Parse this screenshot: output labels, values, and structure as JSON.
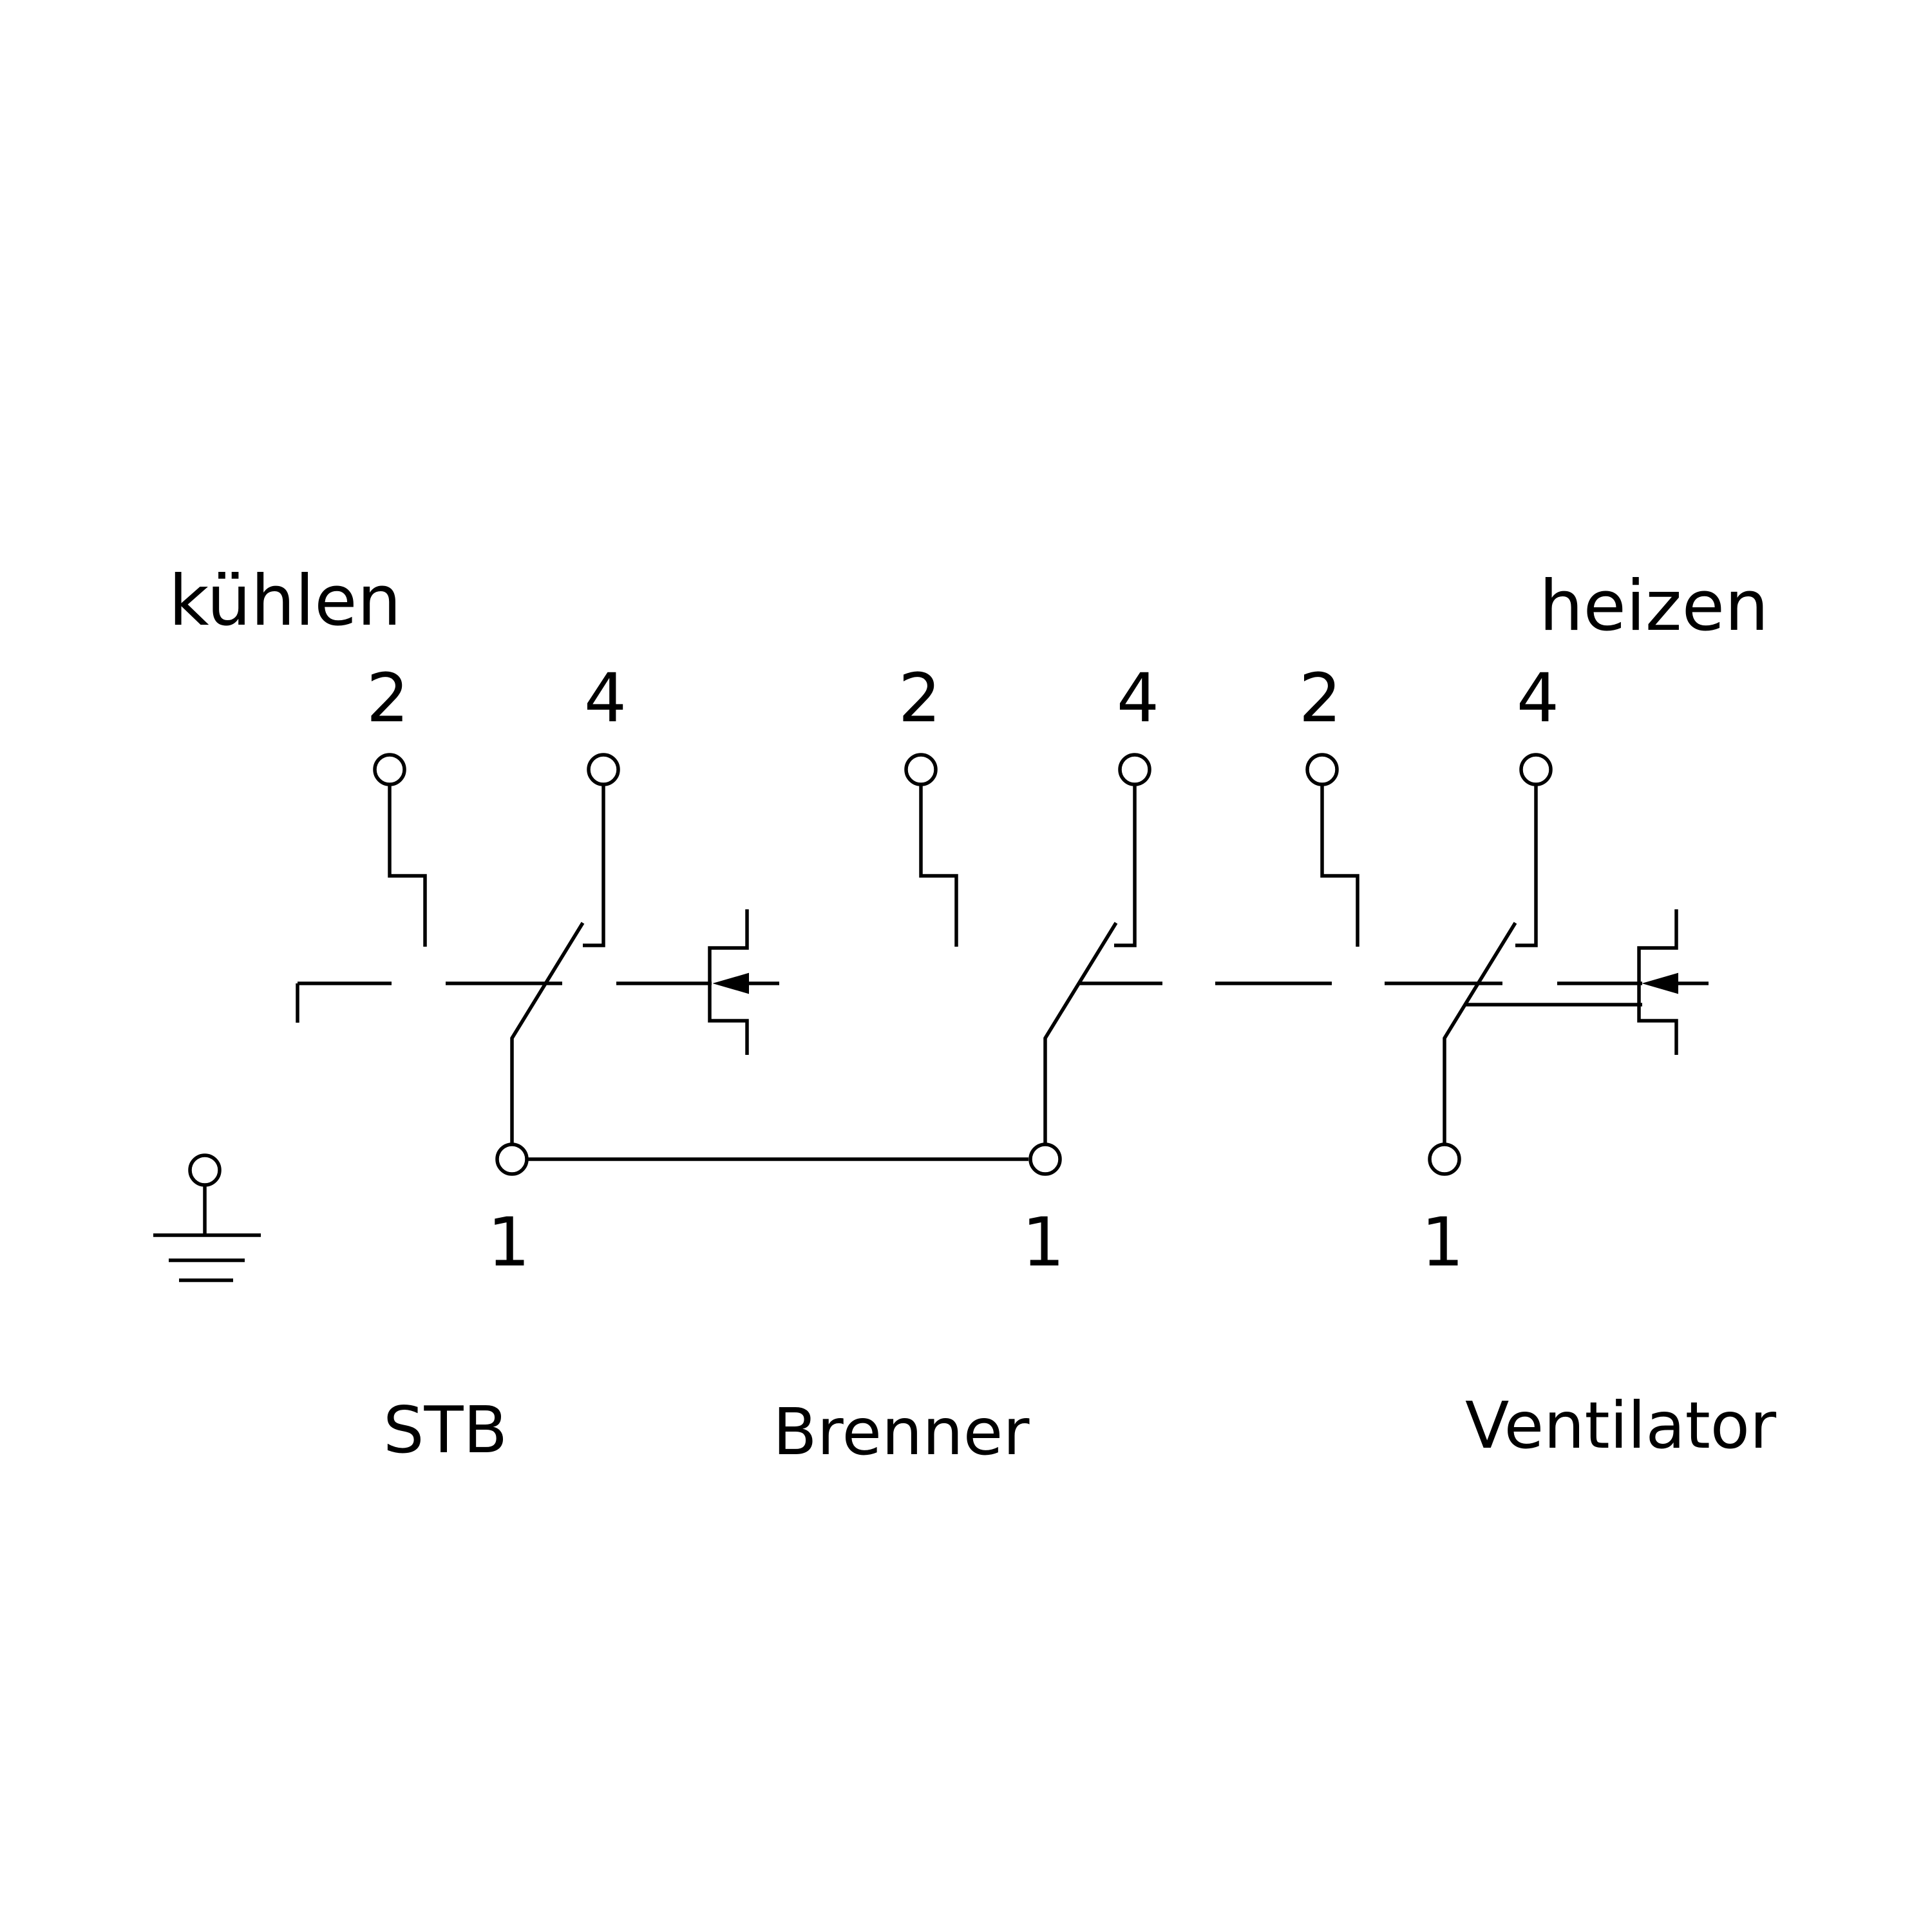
{
  "diagram": {
    "labels": {
      "top_left": "kühlen",
      "top_right": "heizen",
      "component_1": "STB",
      "component_2": "Brenner",
      "component_3": "Ventilator"
    },
    "switches": [
      {
        "name": "STB",
        "terminal_top_a": "2",
        "terminal_top_b": "4",
        "terminal_bottom": "1"
      },
      {
        "name": "Brenner",
        "terminal_top_a": "2",
        "terminal_top_b": "4",
        "terminal_bottom": "1"
      },
      {
        "name": "Ventilator",
        "terminal_top_a": "2",
        "terminal_top_b": "4",
        "terminal_bottom": "1"
      }
    ],
    "symbols": [
      "ground-symbol",
      "change-over-contact",
      "bimetal-actuator",
      "connection-wire"
    ],
    "colors": {
      "line": "#000000",
      "background": "#ffffff"
    }
  }
}
